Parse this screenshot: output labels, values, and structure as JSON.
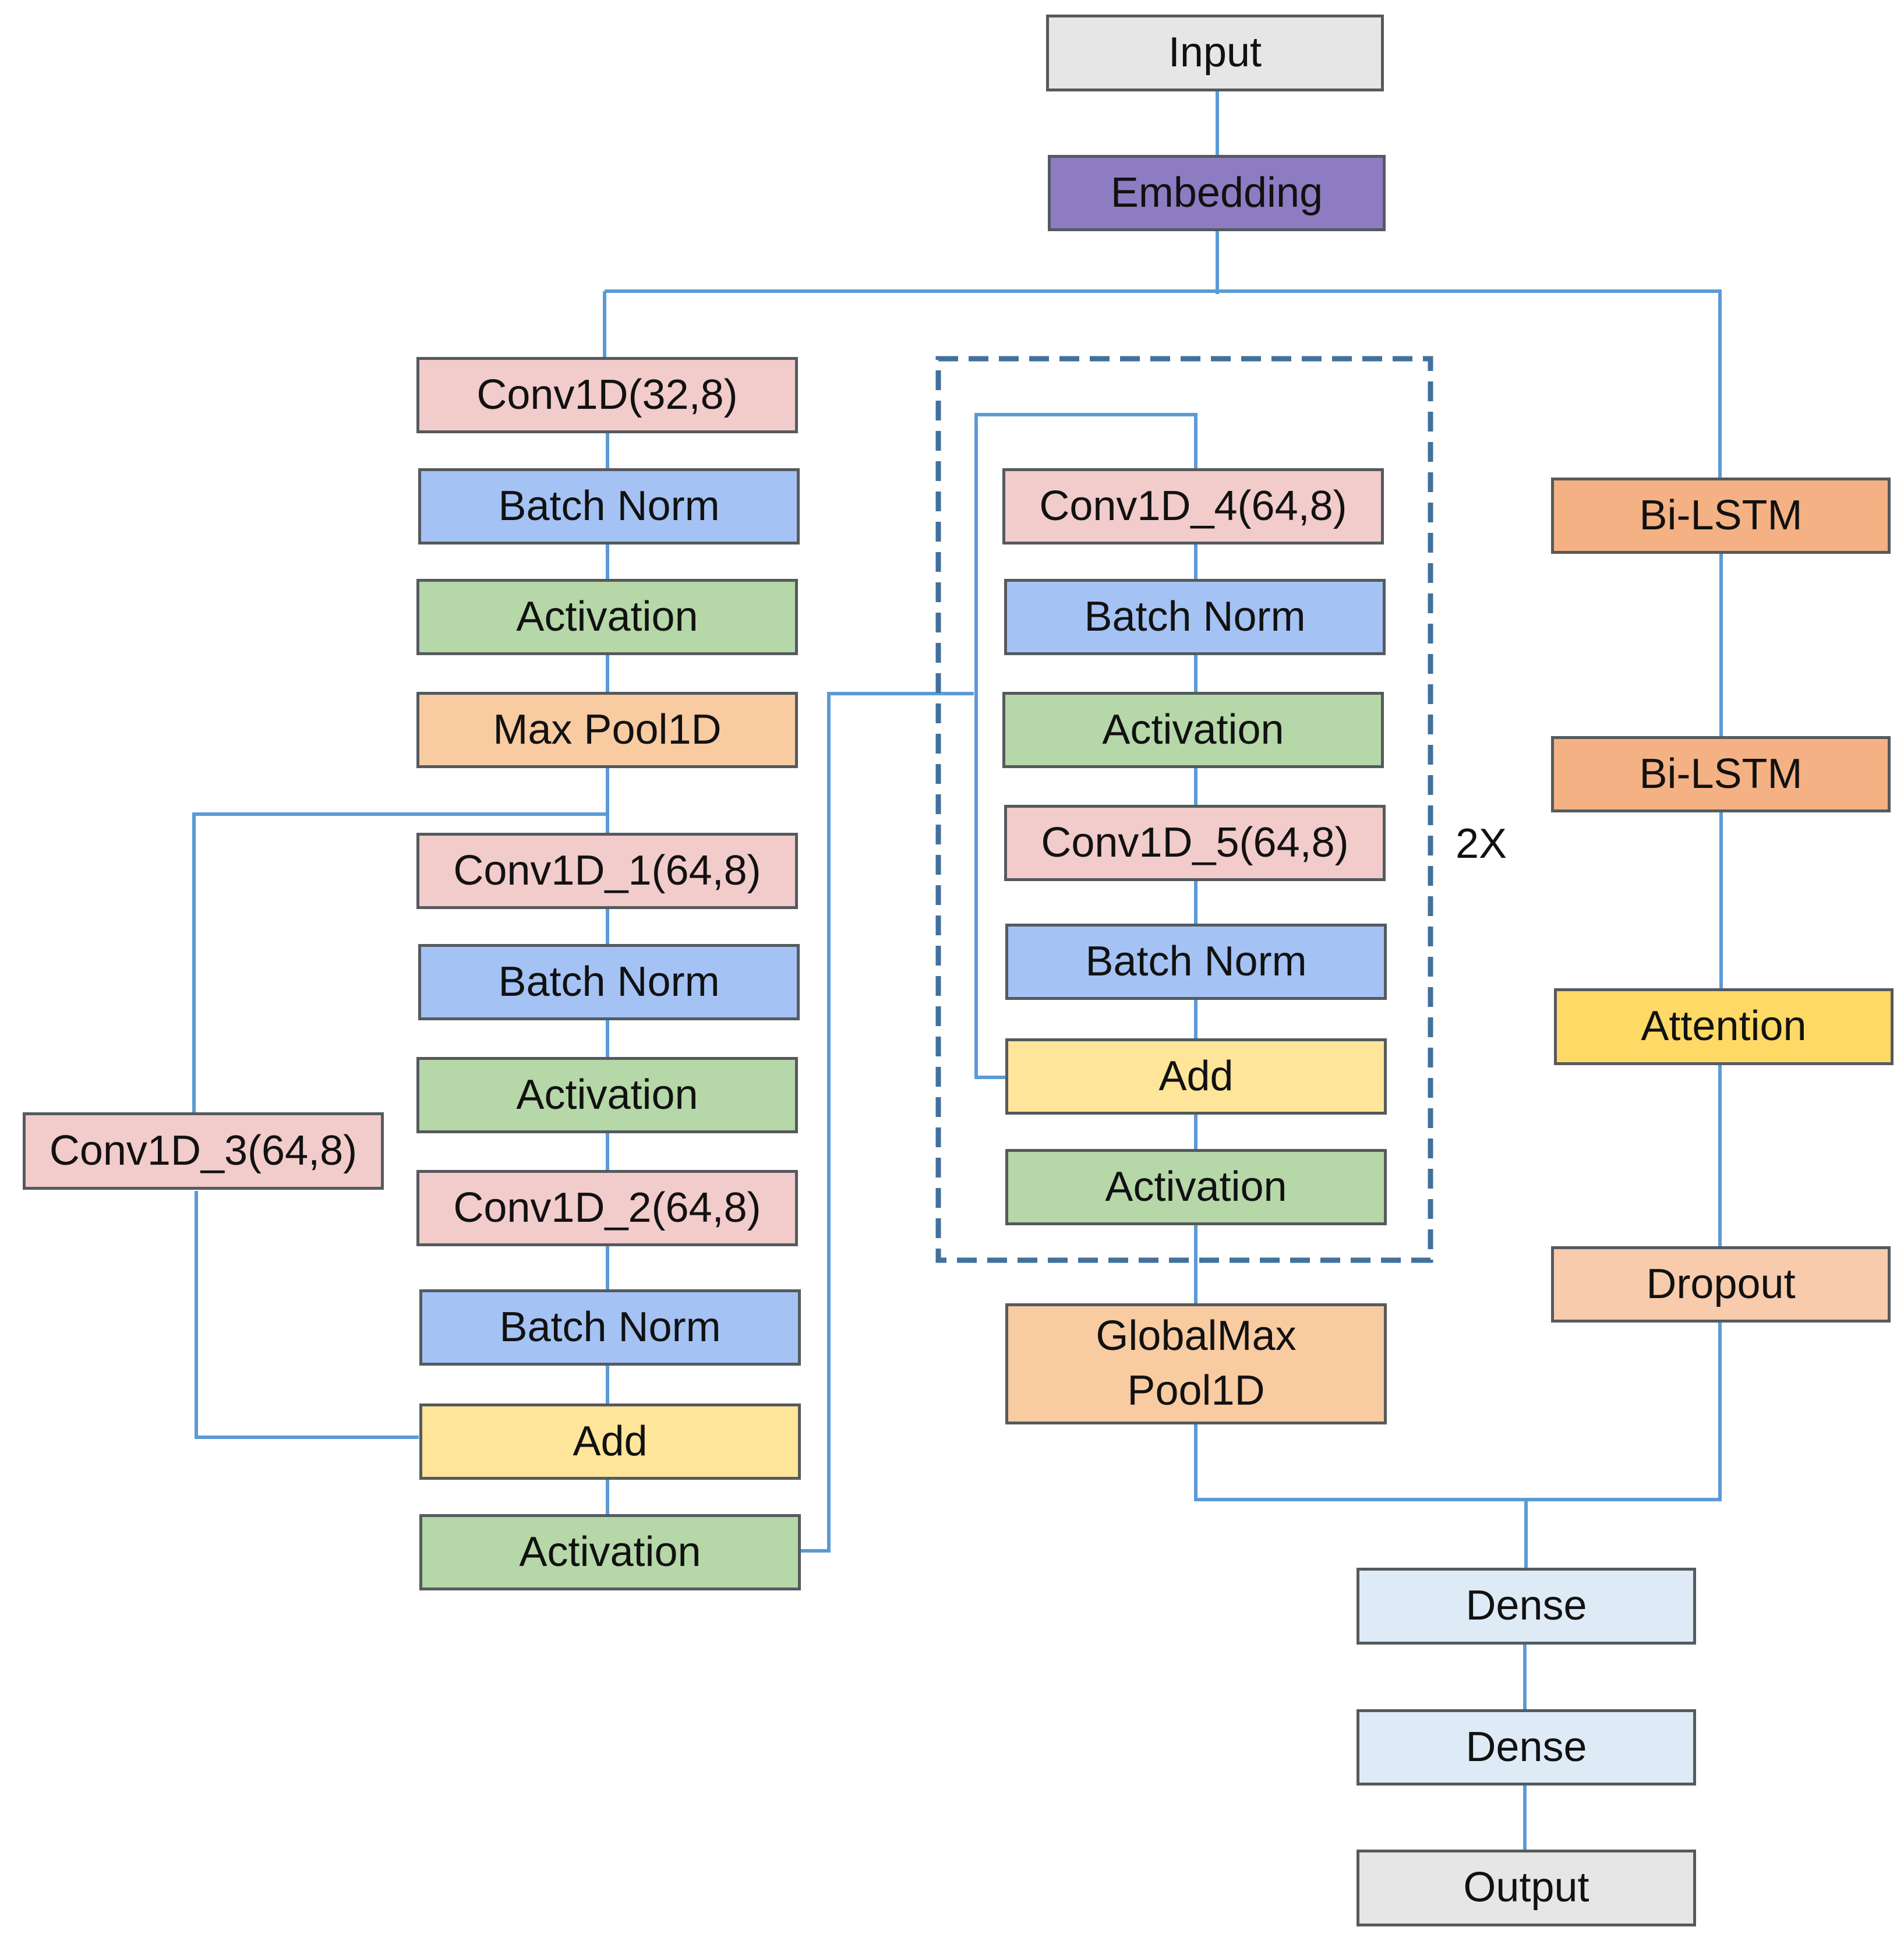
{
  "colors": {
    "input": "#e7e6e6",
    "embedding": "#8e7cc3",
    "conv": "#f2cbcb",
    "batch_norm": "#a4c2f4",
    "activation": "#b6d7a8",
    "max_pool": "#f8cba1",
    "add": "#ffe599",
    "bilstm": "#f4b183",
    "attention": "#ffd966",
    "dropout": "#f8cbad",
    "global_pool": "#f8cba1",
    "dense": "#deebf7",
    "output": "#e7e6e6",
    "connector": "#5b9bd5",
    "repeat_box": "#41719c"
  },
  "top": {
    "input": "Input",
    "embedding": "Embedding"
  },
  "left_branch": {
    "conv1d": "Conv1D(32,8)",
    "batch_norm_1": "Batch Norm",
    "activation_1": "Activation",
    "max_pool": "Max Pool1D",
    "conv1d_1": "Conv1D_1(64,8)",
    "batch_norm_2": "Batch Norm",
    "activation_2": "Activation",
    "conv1d_2": "Conv1D_2(64,8)",
    "batch_norm_3": "Batch Norm",
    "add": "Add",
    "activation_3": "Activation",
    "conv1d_3": "Conv1D_3(64,8)"
  },
  "middle_branch": {
    "conv1d_4": "Conv1D_4(64,8)",
    "batch_norm_1": "Batch Norm",
    "activation_1": "Activation",
    "conv1d_5": "Conv1D_5(64,8)",
    "batch_norm_2": "Batch Norm",
    "add": "Add",
    "activation_2": "Activation",
    "repeat": "2X",
    "global_max_pool_line1": "GlobalMax",
    "global_max_pool_line2": "Pool1D"
  },
  "right_branch": {
    "bilstm_1": "Bi-LSTM",
    "bilstm_2": "Bi-LSTM",
    "attention": "Attention",
    "dropout": "Dropout"
  },
  "head": {
    "dense_1": "Dense",
    "dense_2": "Dense",
    "output": "Output"
  }
}
